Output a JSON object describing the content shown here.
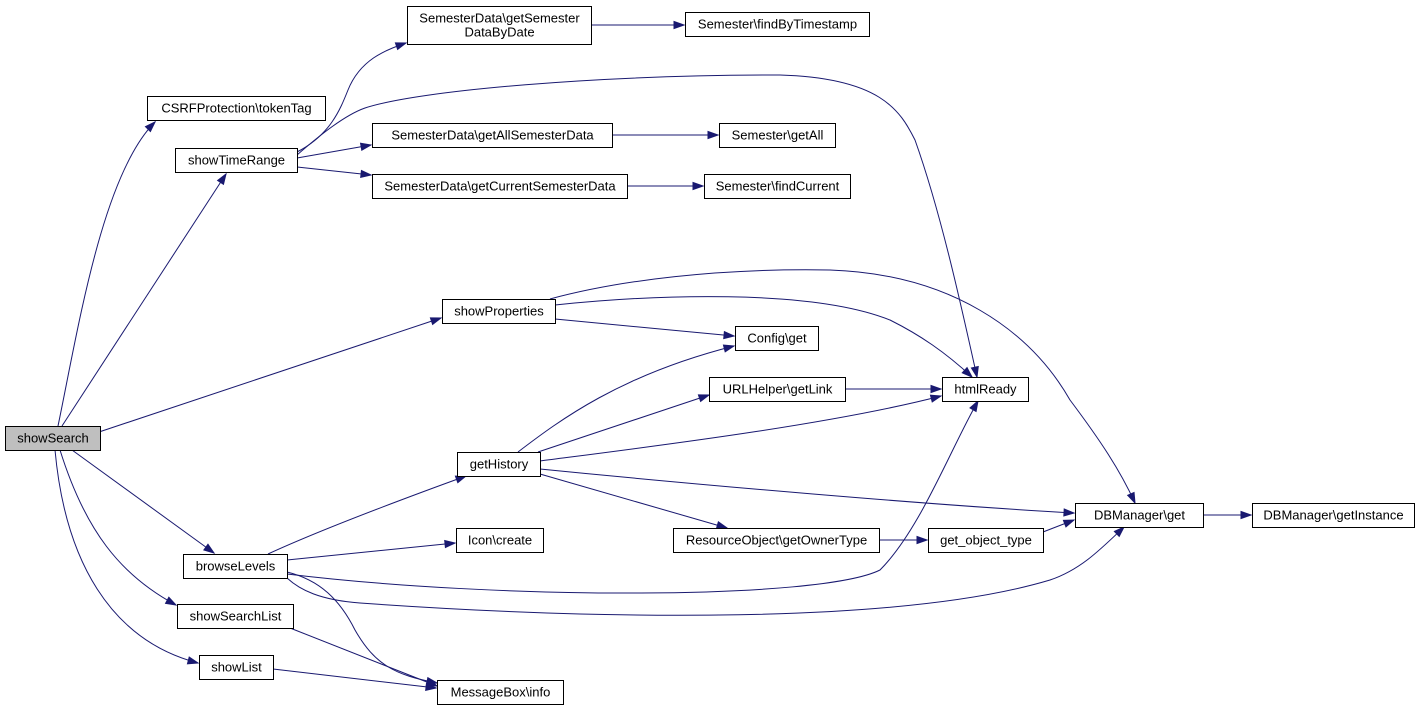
{
  "nodes": {
    "showSearch": {
      "lines": [
        "showSearch"
      ],
      "highlighted": true
    },
    "csrfTokenTag": {
      "lines": [
        "CSRFProtection\\tokenTag"
      ]
    },
    "showTimeRange": {
      "lines": [
        "showTimeRange"
      ]
    },
    "semGetDataByDate": {
      "lines": [
        "SemesterData\\getSemester",
        "DataByDate"
      ]
    },
    "semFindByTimestamp": {
      "lines": [
        "Semester\\findByTimestamp"
      ]
    },
    "semGetAllSemesterData": {
      "lines": [
        "SemesterData\\getAllSemesterData"
      ]
    },
    "semesterGetAll": {
      "lines": [
        "Semester\\getAll"
      ]
    },
    "semGetCurrentSemesterData": {
      "lines": [
        "SemesterData\\getCurrentSemesterData"
      ]
    },
    "semesterFindCurrent": {
      "lines": [
        "Semester\\findCurrent"
      ]
    },
    "showProperties": {
      "lines": [
        "showProperties"
      ]
    },
    "configGet": {
      "lines": [
        "Config\\get"
      ]
    },
    "urlHelperGetLink": {
      "lines": [
        "URLHelper\\getLink"
      ]
    },
    "htmlReady": {
      "lines": [
        "htmlReady"
      ]
    },
    "getHistory": {
      "lines": [
        "getHistory"
      ]
    },
    "dbManagerGet": {
      "lines": [
        "DBManager\\get"
      ]
    },
    "dbManagerGetInstance": {
      "lines": [
        "DBManager\\getInstance"
      ]
    },
    "resourceObjectGetOwnerType": {
      "lines": [
        "ResourceObject\\getOwnerType"
      ]
    },
    "getObjectType": {
      "lines": [
        "get_object_type"
      ]
    },
    "iconCreate": {
      "lines": [
        "Icon\\create"
      ]
    },
    "browseLevels": {
      "lines": [
        "browseLevels"
      ]
    },
    "showSearchList": {
      "lines": [
        "showSearchList"
      ]
    },
    "showList": {
      "lines": [
        "showList"
      ]
    },
    "messageBoxInfo": {
      "lines": [
        "MessageBox\\info"
      ]
    }
  },
  "edges": [
    [
      "showSearch",
      "csrfTokenTag"
    ],
    [
      "showSearch",
      "showTimeRange"
    ],
    [
      "showSearch",
      "showProperties"
    ],
    [
      "showSearch",
      "browseLevels"
    ],
    [
      "showSearch",
      "showSearchList"
    ],
    [
      "showSearch",
      "showList"
    ],
    [
      "showTimeRange",
      "semGetDataByDate"
    ],
    [
      "showTimeRange",
      "htmlReady"
    ],
    [
      "showTimeRange",
      "semGetAllSemesterData"
    ],
    [
      "showTimeRange",
      "semGetCurrentSemesterData"
    ],
    [
      "semGetDataByDate",
      "semFindByTimestamp"
    ],
    [
      "semGetAllSemesterData",
      "semesterGetAll"
    ],
    [
      "semGetCurrentSemesterData",
      "semesterFindCurrent"
    ],
    [
      "showProperties",
      "dbManagerGet"
    ],
    [
      "showProperties",
      "htmlReady"
    ],
    [
      "showProperties",
      "configGet"
    ],
    [
      "getHistory",
      "configGet"
    ],
    [
      "getHistory",
      "urlHelperGetLink"
    ],
    [
      "getHistory",
      "htmlReady"
    ],
    [
      "getHistory",
      "dbManagerGet"
    ],
    [
      "getHistory",
      "resourceObjectGetOwnerType"
    ],
    [
      "urlHelperGetLink",
      "htmlReady"
    ],
    [
      "resourceObjectGetOwnerType",
      "getObjectType"
    ],
    [
      "getObjectType",
      "dbManagerGet"
    ],
    [
      "dbManagerGet",
      "dbManagerGetInstance"
    ],
    [
      "browseLevels",
      "getHistory"
    ],
    [
      "browseLevels",
      "iconCreate"
    ],
    [
      "browseLevels",
      "htmlReady"
    ],
    [
      "browseLevels",
      "dbManagerGet"
    ],
    [
      "browseLevels",
      "messageBoxInfo"
    ],
    [
      "showSearchList",
      "messageBoxInfo"
    ],
    [
      "showList",
      "messageBoxInfo"
    ]
  ]
}
